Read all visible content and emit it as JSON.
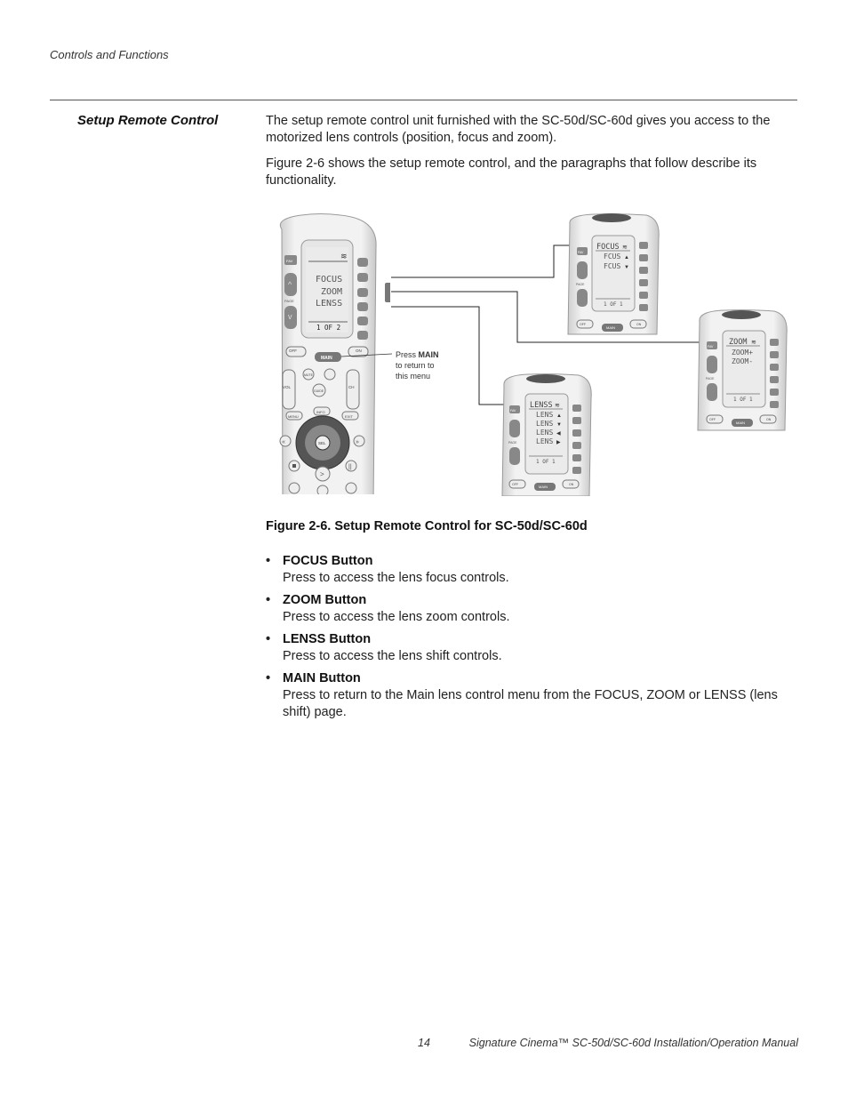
{
  "header": {
    "section": "Controls and Functions"
  },
  "section": {
    "heading": "Setup Remote Control",
    "paragraph1": "The setup remote control unit furnished with the SC-50d/SC-60d gives you access to the motorized lens controls (position, focus and zoom).",
    "paragraph2": "Figure 2-6 shows the setup remote control, and the paragraphs that follow describe its functionality."
  },
  "figure": {
    "caption": "Figure 2-6. Setup Remote Control for SC-50d/SC-60d",
    "main_remote": {
      "lcd_items": [
        "FOCUS",
        "ZOOM",
        "LENSS"
      ],
      "page_indicator": "1 OF 2",
      "buttons": {
        "fav": "FAV",
        "page": "PAGE",
        "off": "OFF",
        "main": "MAIN",
        "on": "ON",
        "mute": "MUTE",
        "vol": "VOL",
        "ch": "CH",
        "guide": "GUIDE",
        "menu": "MENU",
        "info": "INFO",
        "exit": "EXIT",
        "sel": "SEL"
      }
    },
    "callout": {
      "prefix": "Press ",
      "bold": "MAIN",
      "line2": "to return to",
      "line3": "this menu"
    },
    "focus_remote": {
      "title": "FOCUS",
      "items": [
        "FCUS",
        "FCUS"
      ],
      "page_indicator": "1 OF 1"
    },
    "zoom_remote": {
      "title": "ZOOM",
      "items": [
        "ZOOM+",
        "ZOOM-"
      ],
      "page_indicator": "1 OF 1"
    },
    "lens_remote": {
      "title": "LENSS",
      "items": [
        "LENS",
        "LENS",
        "LENS",
        "LENS"
      ],
      "page_indicator": "1 OF 1"
    },
    "small_labels": {
      "fav": "FAV",
      "page": "PAGE",
      "off": "OFF",
      "main": "MAIN",
      "on": "ON"
    }
  },
  "bullets": [
    {
      "term": "FOCUS Button",
      "desc": "Press to access the lens focus controls."
    },
    {
      "term": "ZOOM Button",
      "desc": "Press to access the lens zoom controls."
    },
    {
      "term": "LENSS Button",
      "desc": "Press to access the lens shift controls."
    },
    {
      "term": "MAIN Button",
      "desc": "Press to return to the Main lens control menu from the FOCUS, ZOOM or LENSS (lens shift) page."
    }
  ],
  "footer": {
    "page_number": "14",
    "manual_title": "Signature Cinema™ SC-50d/SC-60d Installation/Operation Manual"
  }
}
